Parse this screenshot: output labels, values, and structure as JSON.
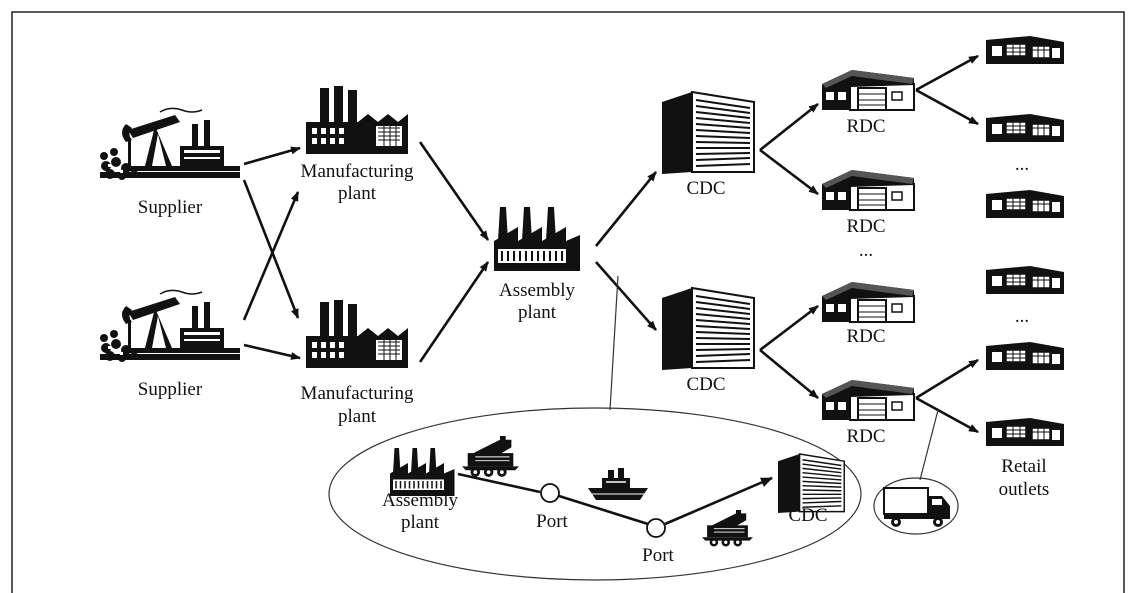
{
  "labels": {
    "supplier_top": "Supplier",
    "supplier_bottom": "Supplier",
    "mfg_top_1": "Manufacturing",
    "mfg_top_2": "plant",
    "mfg_bottom_1": "Manufacturing",
    "mfg_bottom_2": "plant",
    "assembly_1": "Assembly",
    "assembly_2": "plant",
    "cdc_top": "CDC",
    "cdc_bottom": "CDC",
    "rdc_1": "RDC",
    "rdc_2": "RDC",
    "rdc_3": "RDC",
    "rdc_4": "RDC",
    "rdc_ellipsis": "...",
    "retail_ellipsis_1": "...",
    "retail_ellipsis_2": "...",
    "retail_1": "Retail",
    "retail_2": "outlets"
  },
  "inset": {
    "assembly_1": "Assembly",
    "assembly_2": "plant",
    "port_1": "Port",
    "port_2": "Port",
    "cdc": "CDC"
  },
  "icons": [
    "oil-pump-supplier-icon",
    "factory-icon",
    "assembly-plant-icon",
    "distribution-center-icon",
    "warehouse-icon",
    "retail-store-icon",
    "train-icon",
    "ship-icon",
    "truck-icon"
  ]
}
